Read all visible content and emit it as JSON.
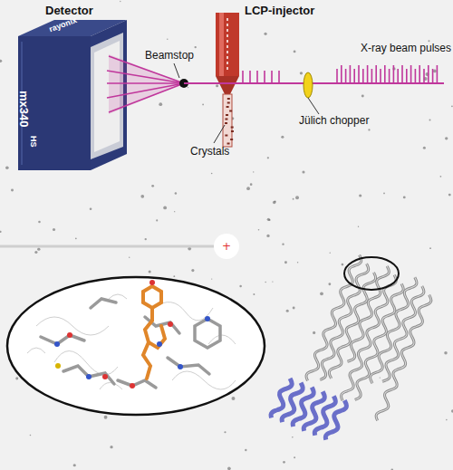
{
  "diagram": {
    "labels": [
      "Detector",
      "LCP-injector",
      "Beamstop",
      "X-ray beam pulses",
      "Crystals",
      "Jülich chopper",
      "rayonix",
      "mx340",
      "HS"
    ]
  }
}
